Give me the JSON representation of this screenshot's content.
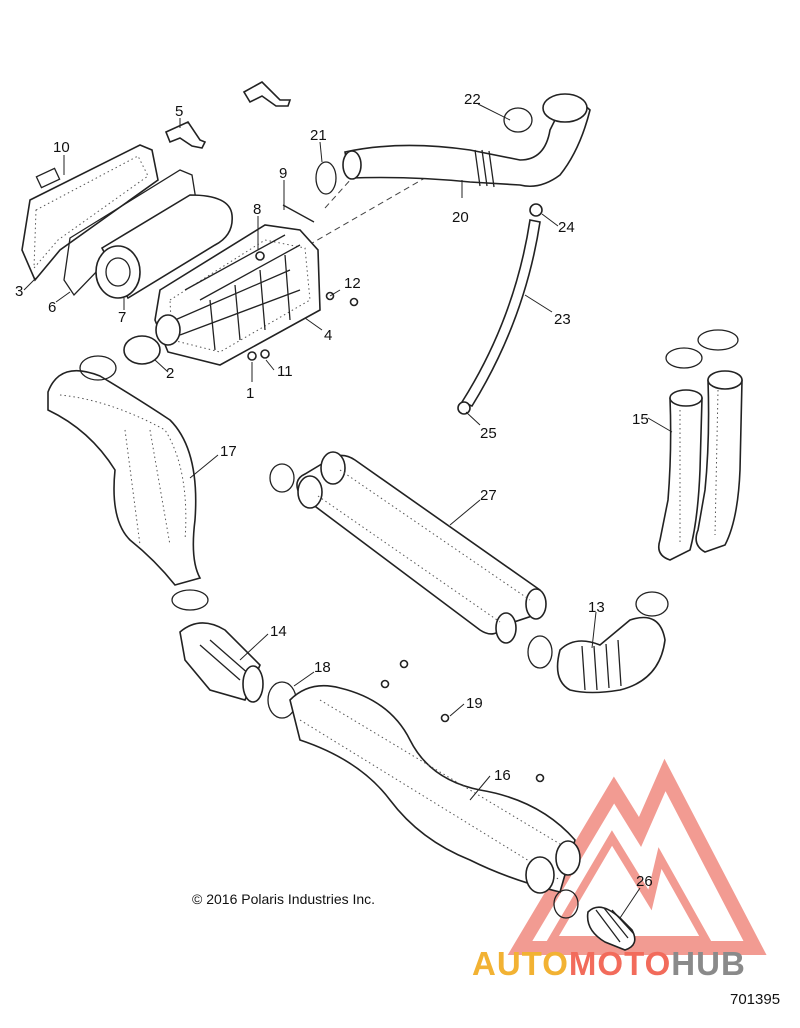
{
  "callouts": [
    "1",
    "2",
    "3",
    "4",
    "5",
    "6",
    "7",
    "8",
    "9",
    "10",
    "11",
    "12",
    "13",
    "14",
    "15",
    "16",
    "17",
    "18",
    "19",
    "20",
    "21",
    "22",
    "23",
    "24",
    "25",
    "26",
    "27"
  ],
  "copyright": "© 2016 Polaris Industries Inc.",
  "diagram_number": "701395",
  "watermark": {
    "word1": "AUTO",
    "word2": "MOTO",
    "word3": "HUB",
    "color_auto": "#f2b233",
    "color_moto": "#f26b5b",
    "color_hub": "#8a8a8a",
    "triangle_color": "#f08a80"
  }
}
